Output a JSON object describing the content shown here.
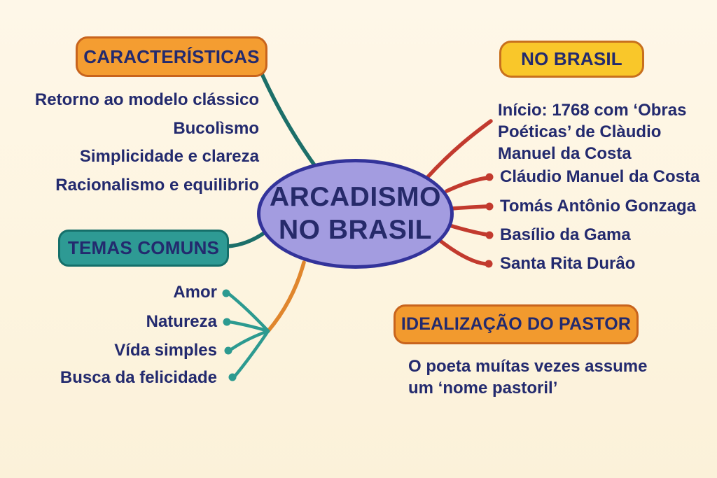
{
  "center": {
    "title_line1": "ARCADISMO",
    "title_line2": "NO BRASIL",
    "fill": "#a39ce0",
    "border_color": "#33339a"
  },
  "branches": {
    "caracteristicas": {
      "label": "CARACTERÍSTICAS",
      "fill": "#f49d31",
      "border_color": "#c8641d",
      "items": [
        "Retorno ao modelo clássico",
        "Bucolìsmo",
        "Simplicidade e clareza",
        "Racionalismo e equilibrio"
      ]
    },
    "no_brasil": {
      "label": "NO BRASIL",
      "fill": "#f9c72a",
      "border_color": "#c8701d",
      "note": "Início: 1768 com ‘Obras Poéticas’ de Clàudio Manuel da Costa",
      "items": [
        "Cláudio Manuel da Costa",
        "Tomás Antônio Gonzaga",
        "Basílio da Gama",
        "Santa Rita Durâo"
      ]
    },
    "temas_comuns": {
      "label": "TEMAS COMUNS",
      "fill": "#2e9a94",
      "border_color": "#156f6a",
      "items": [
        "Amor",
        "Natureza",
        "Vída simples",
        "Busca da felicidade"
      ]
    },
    "idealizacao": {
      "label": "IDEALIZAÇÃO DO PASTOR",
      "fill": "#f29a2e",
      "border_color": "#c8641d",
      "note": "O poeta muítas vezes assume um ‘nome pastoril’"
    }
  },
  "colors": {
    "background": "#fdf5e2",
    "text": "#232a6e",
    "red_connector": "#c23a2e",
    "teal_connector_dark": "#1c6f69",
    "teal_connector": "#2c9a90",
    "orange_connector": "#e0862d"
  }
}
